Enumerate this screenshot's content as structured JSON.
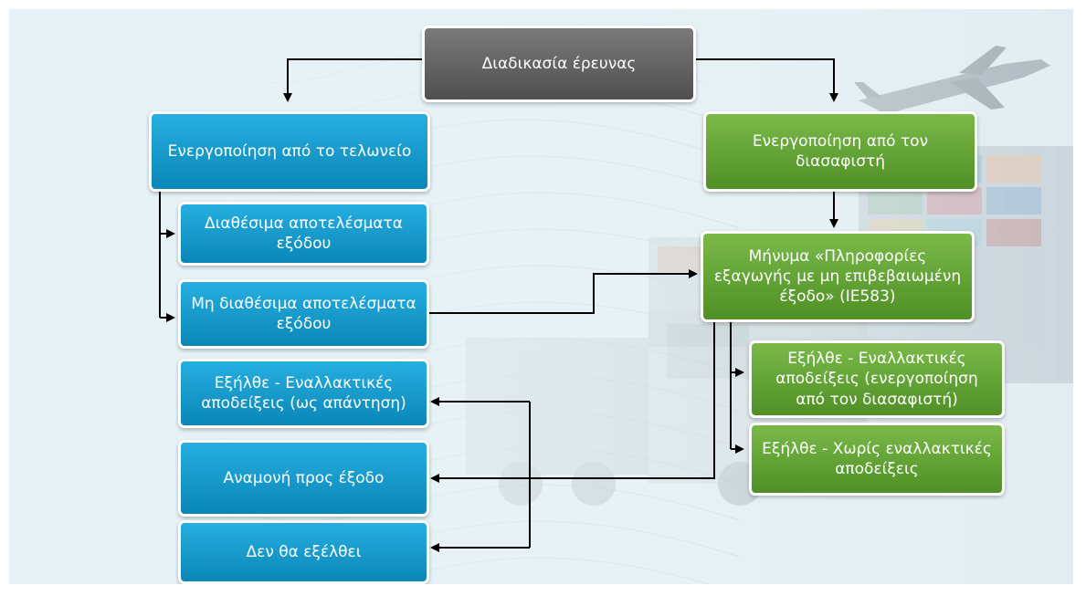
{
  "diagram": {
    "root": "Διαδικασία έρευνας",
    "customs_activation": "Ενεργοποίηση από το τελωνείο",
    "declarant_activation": "Ενεργοποίηση από τον διασαφιστή",
    "exit_results_available": "Διαθέσιμα αποτελέσματα εξόδου",
    "exit_results_unavailable": "Μη διαθέσιμα αποτελέσματα εξόδου",
    "exited_alt_evidence_response": "Εξήλθε - Εναλλακτικές αποδείξεις (ως απάντηση)",
    "awaiting_exit": "Αναμονή προς έξοδο",
    "will_not_exit": "Δεν θα εξέλθει",
    "ie583_message": "Μήνυμα «Πληροφορίες εξαγωγής με μη επιβεβαιωμένη έξοδο» (IE583)",
    "exited_alt_evidence_declarant": "Εξήλθε - Εναλλακτικές αποδείξεις (ενεργοποίηση από τον διασαφιστή)",
    "exited_no_alt_evidence": "Εξήλθε - Χωρίς εναλλακτικές αποδείξεις"
  },
  "colors": {
    "blue": "#0a87b7",
    "green": "#5a9a2c",
    "gray": "#5a5a5a"
  }
}
